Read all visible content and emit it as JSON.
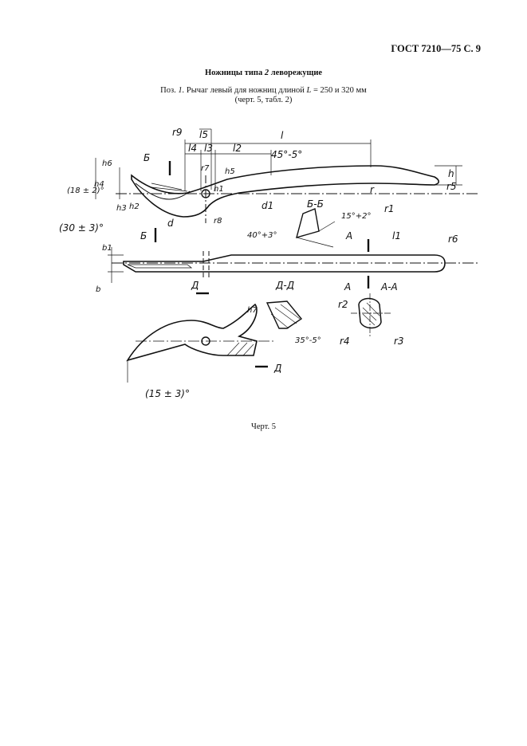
{
  "header": {
    "text": "ГОСТ 7210—75 С. 9"
  },
  "title": {
    "prefix": "Ножницы типа ",
    "type_num": "2",
    "suffix": " леворежущие"
  },
  "caption": {
    "line1_prefix": "Поз. ",
    "line1_pos": "1.",
    "line1_text": " Рычаг левый для ножниц длиной ",
    "line1_var": "L",
    "line1_value": " = 250 и 320 мм",
    "line2": "(черт. 5, табл. 2)"
  },
  "drawing": {
    "labels": {
      "r9": "r9",
      "l5": "l5",
      "l": "l",
      "l4": "l4",
      "l3": "l3",
      "l2": "l2",
      "r7": "r7",
      "h5": "h5",
      "h6": "h6",
      "h4": "h4",
      "h3": "h3",
      "h2": "h2",
      "h1": "h1",
      "h": "h",
      "r": "r",
      "r1": "r1",
      "r5": "r5",
      "r6": "r6",
      "r8": "r8",
      "d": "d",
      "d1": "d1",
      "l1": "l1",
      "b": "b",
      "b1": "b1",
      "h7": "h7",
      "r2": "r2",
      "r3": "r3",
      "r4": "r4",
      "angle_18": "(18 ± 2)°",
      "angle_45": "45°-5°",
      "angle_15_2": "15°+2°",
      "angle_40": "40°+3°",
      "angle_30": "(30 ± 3)°",
      "angle_35": "35°-5°",
      "angle_15_3": "(15 ± 3)°",
      "section_bb": "Б-Б",
      "section_aa": "А-А",
      "section_dd": "Д-Д",
      "mark_b_top": "Б",
      "mark_b_bottom": "Б",
      "mark_a_top": "А",
      "mark_a_bottom": "А",
      "mark_d_top": "Д",
      "mark_d_bottom": "Д"
    }
  },
  "figure_label": "Черт. 5"
}
